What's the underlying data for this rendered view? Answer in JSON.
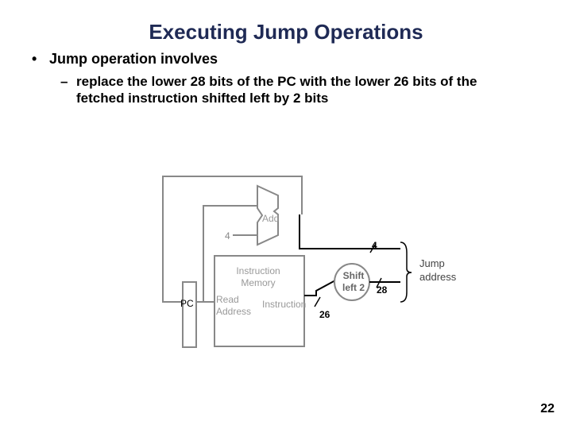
{
  "slide": {
    "title": "Executing Jump Operations",
    "bullet": {
      "marker": "•",
      "text": "Jump operation involves"
    },
    "subbullet": {
      "marker": "–",
      "line1": "replace the lower 28 bits of the PC with the lower 26 bits of the",
      "line2": "fetched instruction shifted left by 2 bits"
    },
    "page_number": "22"
  },
  "diagram": {
    "adder_label": "Add",
    "constant_four": "4",
    "wire_width_4": "4",
    "instruction_memory_label": "Instruction\nMemory",
    "read_address_label": "Read\nAddress",
    "instruction_label": "Instruction",
    "pc_label": "PC",
    "shift_label": "Shift\nleft 2",
    "wire_width_26": "26",
    "wire_width_28": "28",
    "jump_address_label": "Jump\naddress"
  }
}
